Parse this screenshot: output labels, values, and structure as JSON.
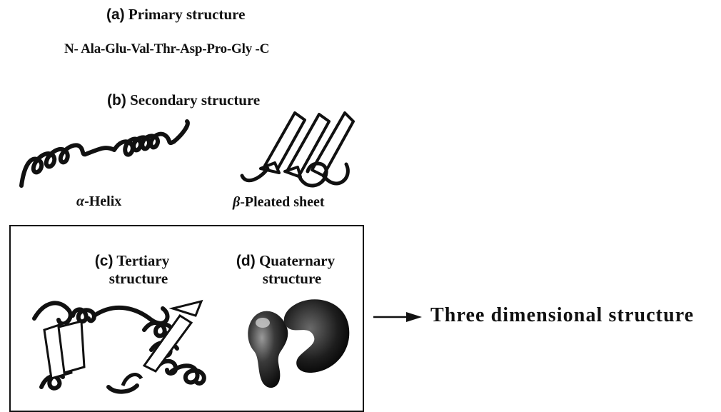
{
  "primary": {
    "letter": "(a)",
    "title": "Primary structure",
    "sequence": "N- Ala-Glu-Val-Thr-Asp-Pro-Gly -C"
  },
  "secondary": {
    "letter": "(b)",
    "title": "Secondary structure",
    "helix_label_symbol": "α",
    "helix_label": "-Helix",
    "sheet_label_symbol": "β",
    "sheet_label": "-Pleated sheet"
  },
  "tertiary": {
    "letter": "(c)",
    "title_line1": "Tertiary",
    "title_line2": "structure"
  },
  "quaternary": {
    "letter": "(d)",
    "title_line1": "Quaternary",
    "title_line2": "structure"
  },
  "result": {
    "label": "Three dimensional structure"
  },
  "icons": {
    "helix": "alpha-helix-icon",
    "sheet": "beta-sheet-icon",
    "tertiary": "tertiary-protein-icon",
    "quaternary": "quaternary-protein-icon",
    "arrow": "right-arrow-icon"
  },
  "colors": {
    "ink": "#111111",
    "background": "#ffffff"
  }
}
